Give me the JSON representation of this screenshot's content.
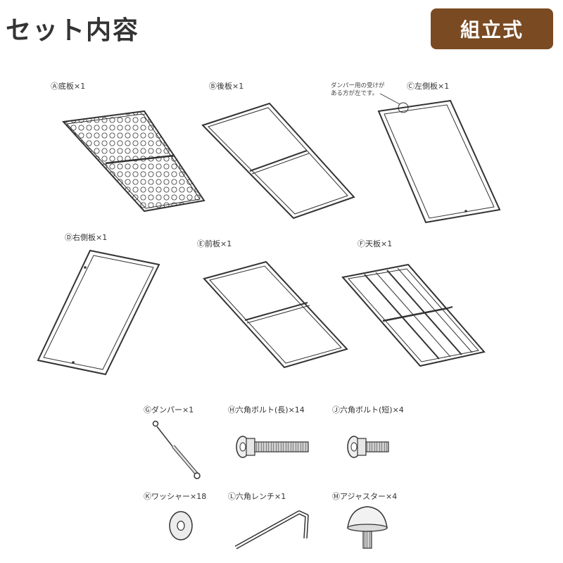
{
  "header": {
    "title": "セット内容",
    "badge": "組立式"
  },
  "colors": {
    "badge_bg": "#7a4a22",
    "line": "#333333"
  },
  "parts": [
    {
      "id": "A",
      "label": "Ⓐ底板×1"
    },
    {
      "id": "B",
      "label": "Ⓑ後板×1"
    },
    {
      "id": "C",
      "label": "Ⓒ左側板×1"
    },
    {
      "id": "D",
      "label": "Ⓓ右側板×1"
    },
    {
      "id": "E",
      "label": "Ⓔ前板×1"
    },
    {
      "id": "F",
      "label": "Ⓕ天板×1"
    },
    {
      "id": "G",
      "label": "Ⓖダンパー×1"
    },
    {
      "id": "H",
      "label": "Ⓗ六角ボルト(長)×14"
    },
    {
      "id": "J",
      "label": "Ⓙ六角ボルト(短)×4"
    },
    {
      "id": "K",
      "label": "Ⓚワッシャー×18"
    },
    {
      "id": "L",
      "label": "Ⓛ六角レンチ×1"
    },
    {
      "id": "M",
      "label": "Ⓜアジャスター×4"
    }
  ],
  "note": {
    "line1": "ダンパー用の受けが",
    "line2": "ある方が左です。"
  }
}
